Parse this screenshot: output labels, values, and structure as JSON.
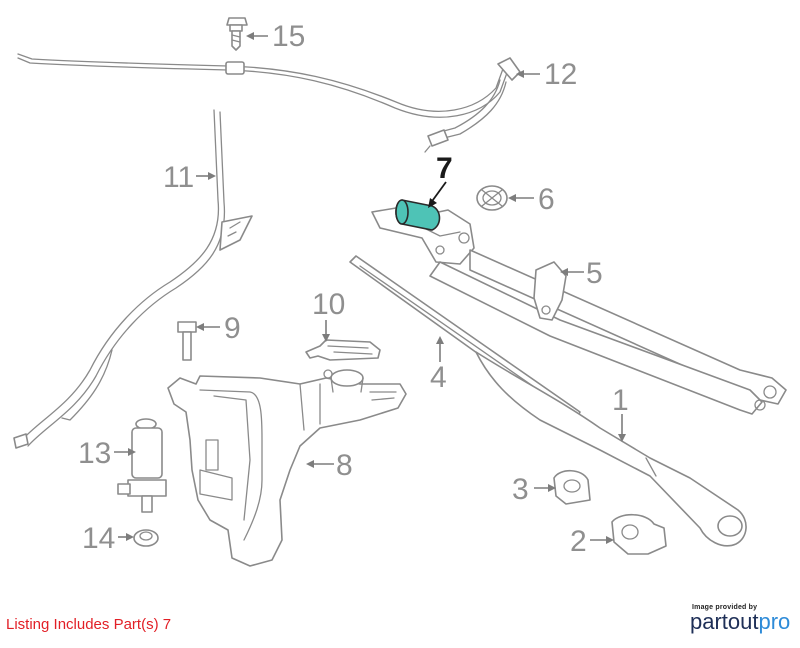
{
  "callouts": [
    {
      "id": "15",
      "label": "15",
      "highlighted": false
    },
    {
      "id": "12",
      "label": "12",
      "highlighted": false
    },
    {
      "id": "11",
      "label": "11",
      "highlighted": false
    },
    {
      "id": "7",
      "label": "7",
      "highlighted": true
    },
    {
      "id": "6",
      "label": "6",
      "highlighted": false
    },
    {
      "id": "5",
      "label": "5",
      "highlighted": false
    },
    {
      "id": "10",
      "label": "10",
      "highlighted": false
    },
    {
      "id": "9",
      "label": "9",
      "highlighted": false
    },
    {
      "id": "4",
      "label": "4",
      "highlighted": false
    },
    {
      "id": "1",
      "label": "1",
      "highlighted": false
    },
    {
      "id": "13",
      "label": "13",
      "highlighted": false
    },
    {
      "id": "8",
      "label": "8",
      "highlighted": false
    },
    {
      "id": "3",
      "label": "3",
      "highlighted": false
    },
    {
      "id": "14",
      "label": "14",
      "highlighted": false
    },
    {
      "id": "2",
      "label": "2",
      "highlighted": false
    }
  ],
  "listing": {
    "text": "Listing Includes Part(s) 7"
  },
  "brand": {
    "provided_by": "Image provided by",
    "name_part1": "partout",
    "name_part2": "pro"
  },
  "colors": {
    "highlight": "#4ec3b6",
    "listing_text": "#e21f26",
    "brand_dark": "#1e2f57",
    "brand_light": "#2e8bd8",
    "line_art": "#8a8a8a"
  }
}
